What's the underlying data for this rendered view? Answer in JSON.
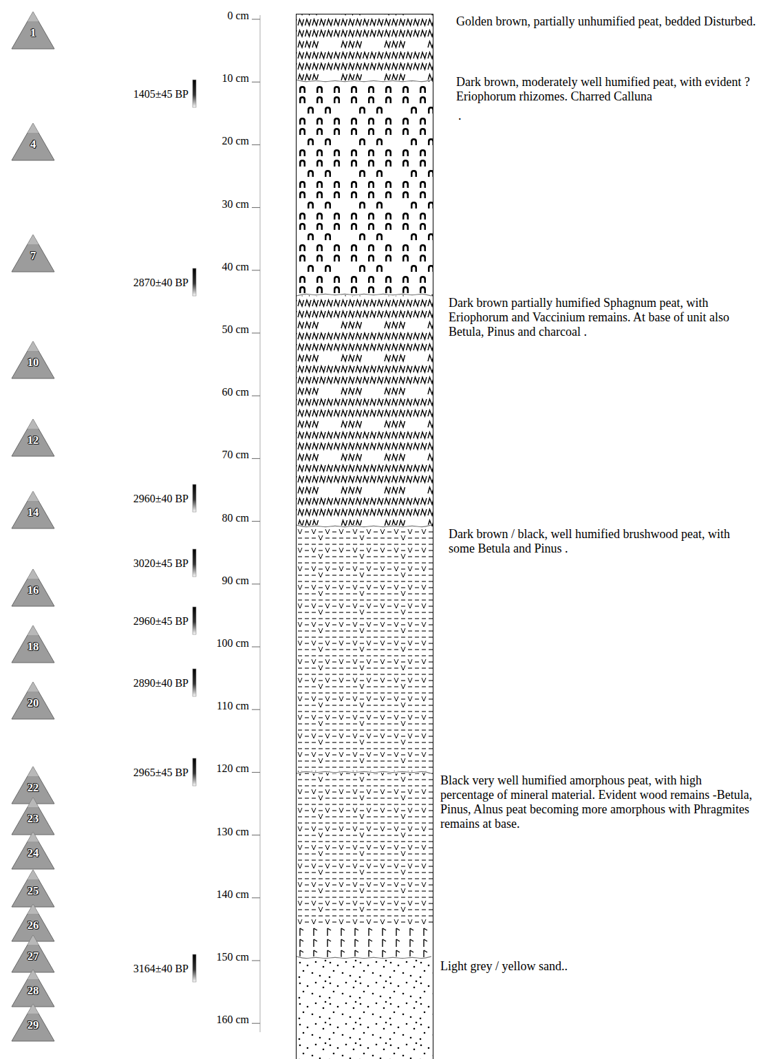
{
  "diagram": {
    "nodes": [
      {
        "text": [
          "1"
        ]
      },
      {
        "text": [
          "4"
        ]
      },
      {
        "text": [
          "7"
        ]
      },
      {
        "text": [
          "10"
        ]
      },
      {
        "text": [
          "12"
        ]
      },
      {
        "text": [
          "14"
        ]
      },
      {
        "text": [
          "16"
        ]
      },
      {
        "text": [
          "18"
        ]
      },
      {
        "text": [
          "20"
        ]
      },
      {
        "text": [
          "22"
        ]
      },
      {
        "text": [
          "23"
        ]
      },
      {
        "text": [
          "24"
        ]
      },
      {
        "text": [
          "25"
        ]
      },
      {
        "text": [
          "26"
        ]
      },
      {
        "text": [
          "27"
        ]
      },
      {
        "text": [
          "28"
        ]
      },
      {
        "text": [
          "29"
        ]
      }
    ],
    "labels": [
      "0 cm",
      "10 cm",
      "20 cm",
      "30 cm",
      "40 cm",
      "50 cm",
      "60 cm",
      "70 cm",
      "80 cm",
      "90 cm",
      "100 cm",
      "110 cm",
      "120 cm",
      "130 cm",
      "140 cm",
      "150 cm",
      "160 cm",
      "1405±45 BP",
      "2870±40 BP",
      "2960±40 BP",
      "3020±45 BP",
      "2960±45 BP",
      "2890±40 BP",
      "2965±45 BP",
      "3164±40 BP",
      "Golden brown, partially unhumified peat, bedded Disturbed.",
      "Dark brown, moderately well humified peat, with evident ? Eriophorum rhizomes. Charred Calluna",
      "Dark brown partially humified Sphagnum peat, with Eriophorum and Vaccinium remains. At base of unit also Betula, Pinus and charcoal .",
      "Dark brown / black, well humified brushwood peat, with some Betula and Pinus .",
      "Black very well humified amorphous peat, with high percentage of mineral material. Evident wood remains -Betula, Pinus, Alnus peat becoming more amorphous with Phragmites remains at base.",
      "Light grey / yellow sand..",
      "."
    ]
  }
}
